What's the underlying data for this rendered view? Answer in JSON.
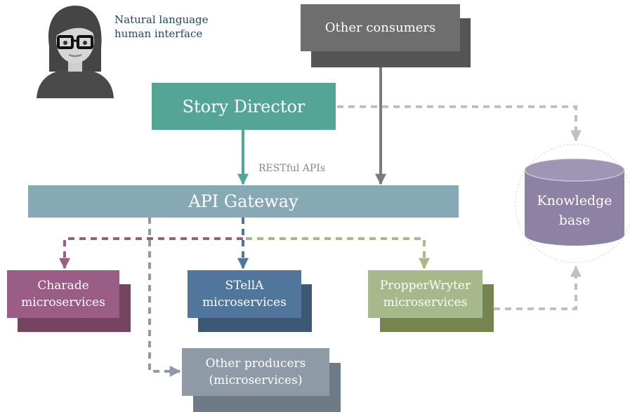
{
  "persona": {
    "label_line1": "Natural language",
    "label_line2": "human interface",
    "icon": "person-with-glasses-icon"
  },
  "nodes": {
    "other_consumers": "Other consumers",
    "story_director": "Story Director",
    "api_gateway": "API Gateway",
    "knowledge_base_line1": "Knowledge",
    "knowledge_base_line2": "base",
    "charade_line1": "Charade",
    "charade_line2": "microservices",
    "stella_line1": "STellA",
    "stella_line2": "microservices",
    "propperwryter_line1": "PropperWryter",
    "propperwryter_line2": "microservices",
    "other_producers_line1": "Other producers",
    "other_producers_line2": "(microservices)"
  },
  "edges": {
    "restful_label": "RESTful APIs"
  },
  "colors": {
    "other_consumers": "#6e6e6e",
    "other_consumers_shadow": "#555555",
    "story_director": "#55a596",
    "api_gateway": "#87a8b5",
    "knowledge_base": "#8d82a3",
    "charade": "#9a5d85",
    "charade_shadow": "#754461",
    "stella": "#50779b",
    "stella_shadow": "#3c5875",
    "propperwryter": "#a7b98a",
    "propperwryter_shadow": "#76854d",
    "other_producers": "#8e9ba6",
    "other_producers_shadow": "#6e7b86"
  }
}
